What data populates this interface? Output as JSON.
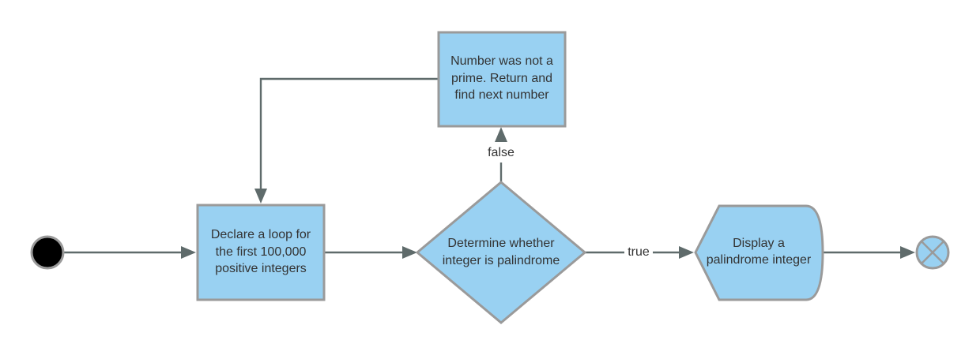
{
  "colors": {
    "node_fill": "#99d1f2",
    "node_border": "#9a9a9a",
    "edge": "#5f6b6b",
    "start_fill": "#000000",
    "end_fill": "#99d1f2"
  },
  "nodes": {
    "start": {
      "shape": "filled-circle",
      "label": ""
    },
    "declare_loop": {
      "shape": "rectangle",
      "lines": [
        "Declare a loop for",
        "the first 100,000",
        "positive integers"
      ]
    },
    "determine": {
      "shape": "diamond",
      "lines": [
        "Determine whether",
        "integer is palindrome"
      ]
    },
    "not_prime": {
      "shape": "rectangle",
      "lines": [
        "Number was not a",
        "prime. Return and",
        "find next number"
      ]
    },
    "display": {
      "shape": "display",
      "lines": [
        "Display a",
        "palindrome integer"
      ]
    },
    "end": {
      "shape": "circle-x",
      "label": ""
    }
  },
  "edges": {
    "false_label": "false",
    "true_label": "true"
  }
}
